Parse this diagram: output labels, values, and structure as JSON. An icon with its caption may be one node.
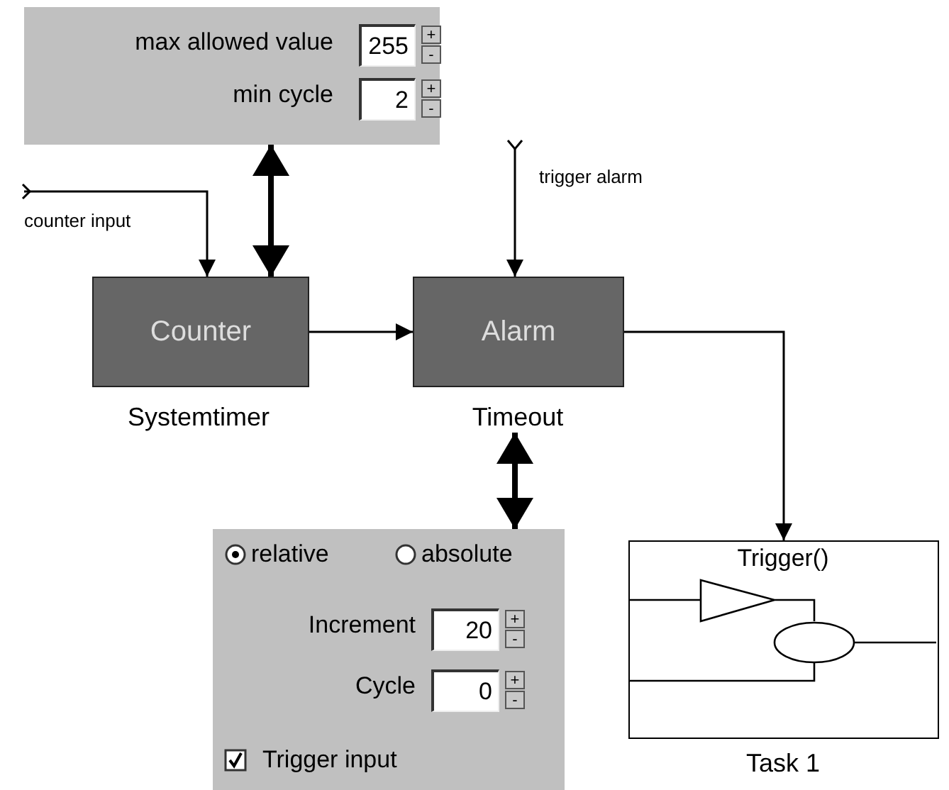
{
  "diagram": {
    "nodes": [
      {
        "text": [
          "max allowed value",
          "255",
          "min cycle",
          "2"
        ]
      },
      {
        "text": [
          "Counter"
        ],
        "beside": [
          "Systemtimer"
        ]
      },
      {
        "text": [
          "Alarm"
        ],
        "beside": [
          "Timeout"
        ]
      },
      {
        "text": [
          "relative",
          "absolute",
          "Increment",
          "20",
          "Cycle",
          "0",
          "Trigger input"
        ]
      },
      {
        "text": [
          "Trigger()"
        ],
        "beside": [
          "Task 1"
        ]
      }
    ],
    "edges": [
      {
        "from": null,
        "to": 1,
        "arrow": "to",
        "label": "counter input"
      },
      {
        "from": 0,
        "to": 1,
        "arrow": "both",
        "style": "thick"
      },
      {
        "from": 1,
        "to": 2,
        "arrow": "to"
      },
      {
        "from": null,
        "to": 2,
        "arrow": "to",
        "label": "trigger alarm"
      },
      {
        "from": 2,
        "to": 3,
        "arrow": "both",
        "style": "thick"
      },
      {
        "from": 2,
        "to": 4,
        "arrow": "to"
      }
    ],
    "labels": [
      "+",
      "-",
      "+",
      "-",
      "+",
      "-",
      "+",
      "-"
    ]
  }
}
